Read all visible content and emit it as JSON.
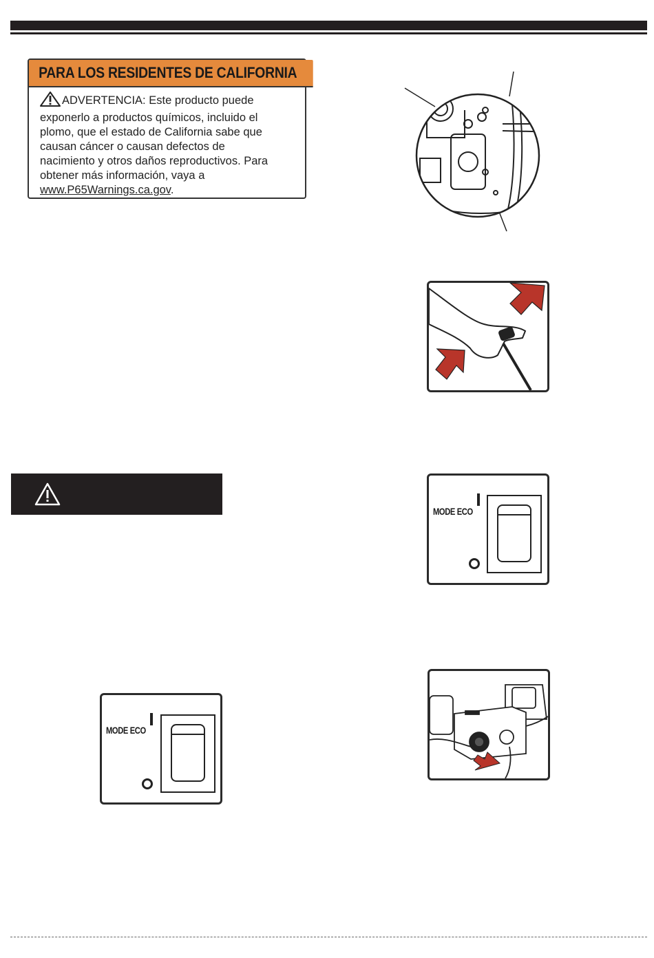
{
  "california_notice": {
    "header": "PARA LOS RESIDENTES DE CALIFORNIA",
    "warning_lines": [
      "ADVERTENCIA: Este producto puede",
      "exponerlo a productos químicos, incluido el",
      "plomo, que el estado de California sabe que",
      "causan cáncer o causan defectos de",
      "nacimiento y otros daños reproductivos. Para",
      "obtener más información, vaya a"
    ],
    "link": "www.P65Warnings.ca.gov",
    "link_suffix": "."
  },
  "figures": {
    "eco_switch_label": "MODE ECO"
  },
  "icons": [
    "warning-triangle-icon",
    "red-arrow-icon"
  ],
  "colors": {
    "notice_header": "#e58a3c",
    "dark_bar": "#231f20",
    "arrow_red": "#b8352a"
  }
}
